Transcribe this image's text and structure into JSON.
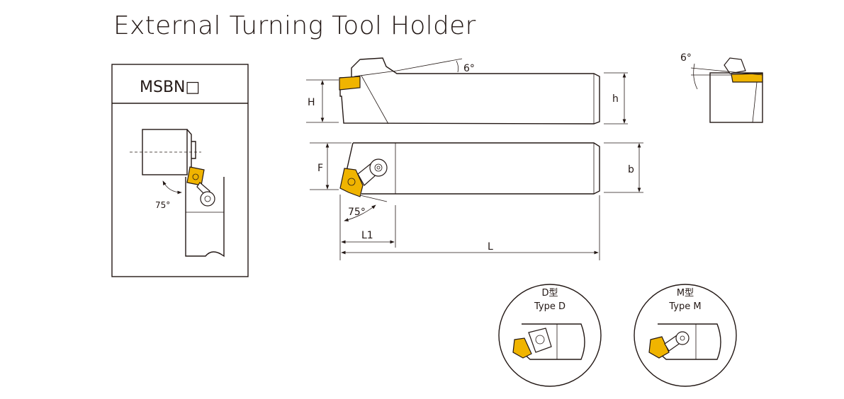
{
  "title": "External Turning Tool Holder",
  "model_box": {
    "label": "MSBN□",
    "angle": "75°"
  },
  "dimensions": {
    "H": "H",
    "h": "h",
    "F": "F",
    "b": "b",
    "L1": "L1",
    "L": "L",
    "angle_top": "6°",
    "angle_side": "6°",
    "angle_plan": "75°"
  },
  "types": [
    {
      "cn": "D型",
      "en": "Type D"
    },
    {
      "cn": "M型",
      "en": "Type M"
    }
  ],
  "colors": {
    "insert": "#f0b400",
    "line": "#231815"
  }
}
